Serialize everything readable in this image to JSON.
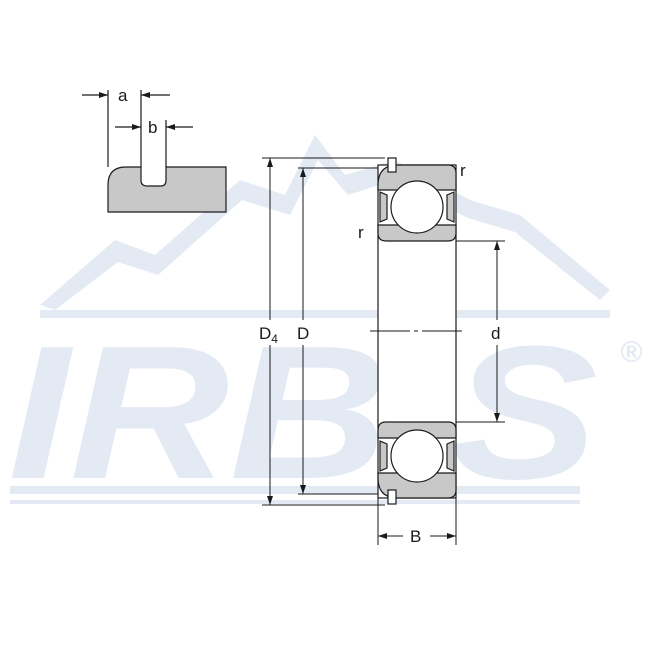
{
  "watermark": {
    "brand": "IRBIS",
    "registered_mark": "®",
    "color": "#e3eaf4"
  },
  "labels": {
    "a": "a",
    "b": "b",
    "r_top": "r",
    "r_side": "r",
    "D4_main": "D",
    "D4_sub": "4",
    "D": "D",
    "d": "d",
    "B": "B"
  },
  "colors": {
    "line": "#1a1a1a",
    "ring_fill": "#c8c8c8",
    "ball_fill": "#ffffff"
  }
}
